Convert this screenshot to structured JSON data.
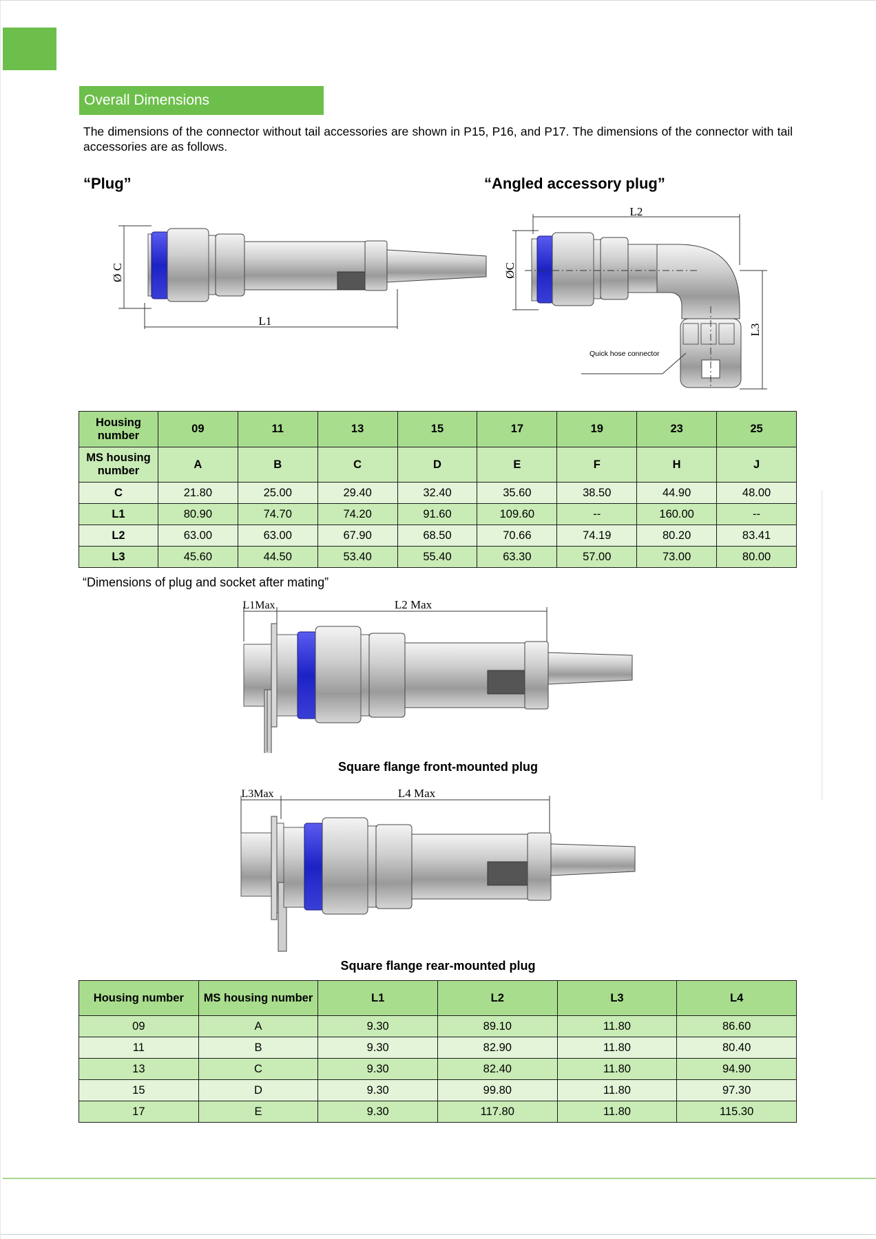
{
  "section": {
    "title": "Overall Dimensions",
    "intro": "The dimensions of the connector without tail accessories are shown in P15, P16, and P17. The dimensions of the connector with tail accessories are as follows."
  },
  "figures": {
    "plug_heading": "“Plug”",
    "angled_heading": "“Angled accessory plug”",
    "plug_labels": {
      "diameter": "Ø C",
      "length": "L1"
    },
    "angled_labels": {
      "diameter": "ØC",
      "l2": "L2",
      "l3": "L3",
      "callout": "Quick hose connector"
    },
    "mating_note": "“Dimensions of plug and socket after mating”",
    "front_labels": {
      "l1": "L1Max",
      "l2": "L2 Max"
    },
    "front_caption": "Square flange front-mounted plug",
    "rear_labels": {
      "l3": "L3Max",
      "l4": "L4 Max"
    },
    "rear_caption": "Square flange rear-mounted plug"
  },
  "table1": {
    "rows": [
      {
        "label": "Housing number",
        "cells": [
          "09",
          "11",
          "13",
          "15",
          "17",
          "19",
          "23",
          "25"
        ]
      },
      {
        "label": "MS housing number",
        "cells": [
          "A",
          "B",
          "C",
          "D",
          "E",
          "F",
          "H",
          "J"
        ]
      },
      {
        "label": "C",
        "cells": [
          "21.80",
          "25.00",
          "29.40",
          "32.40",
          "35.60",
          "38.50",
          "44.90",
          "48.00"
        ]
      },
      {
        "label": "L1",
        "cells": [
          "80.90",
          "74.70",
          "74.20",
          "91.60",
          "109.60",
          "--",
          "160.00",
          "--"
        ]
      },
      {
        "label": "L2",
        "cells": [
          "63.00",
          "63.00",
          "67.90",
          "68.50",
          "70.66",
          "74.19",
          "80.20",
          "83.41"
        ]
      },
      {
        "label": "L3",
        "cells": [
          "45.60",
          "44.50",
          "53.40",
          "55.40",
          "63.30",
          "57.00",
          "73.00",
          "80.00"
        ]
      }
    ]
  },
  "table2": {
    "headers": [
      "Housing number",
      "MS housing number",
      "L1",
      "L2",
      "L3",
      "L4"
    ],
    "rows": [
      [
        "09",
        "A",
        "9.30",
        "89.10",
        "11.80",
        "86.60"
      ],
      [
        "11",
        "B",
        "9.30",
        "82.90",
        "11.80",
        "80.40"
      ],
      [
        "13",
        "C",
        "9.30",
        "82.40",
        "11.80",
        "94.90"
      ],
      [
        "15",
        "D",
        "9.30",
        "99.80",
        "11.80",
        "97.30"
      ],
      [
        "17",
        "E",
        "9.30",
        "117.80",
        "11.80",
        "115.30"
      ]
    ]
  },
  "colors": {
    "accent": "#6dbf4b",
    "header_cell": "#a9dd8e",
    "body_cell": "#c9ebb6",
    "coupling_ring": "#2a2fd0"
  }
}
